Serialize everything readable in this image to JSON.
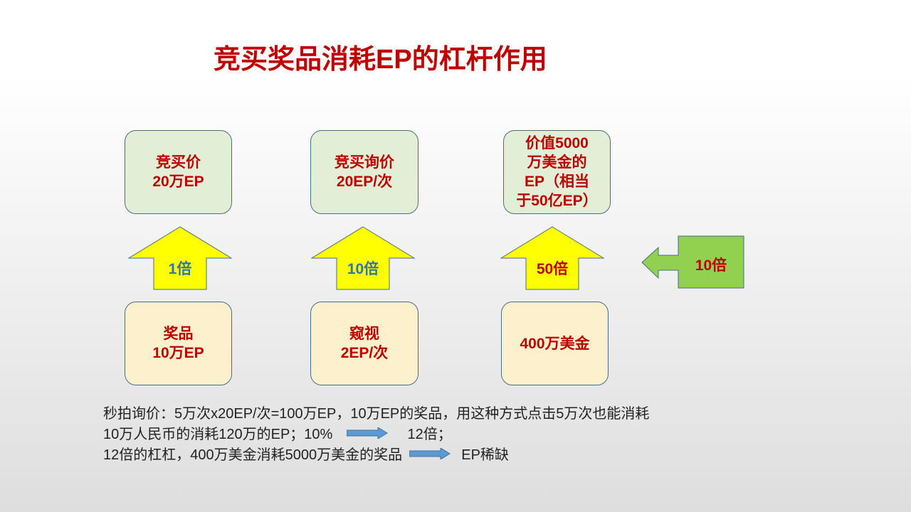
{
  "title": "竞买奖品消耗EP的杠杆作用",
  "columns": [
    {
      "top": [
        "竞买价",
        "20万EP"
      ],
      "bottom": [
        "奖品",
        "10万EP"
      ],
      "arrow_label": "1倍",
      "arrow_label_color": "#2e75b6"
    },
    {
      "top": [
        "竞买询价",
        "20EP/次"
      ],
      "bottom": [
        "窥视",
        "2EP/次"
      ],
      "arrow_label": "10倍",
      "arrow_label_color": "#2e75b6"
    },
    {
      "top": [
        "价值5000",
        "万美金的",
        "EP（相当",
        "于50亿EP）"
      ],
      "bottom": [
        "400万美金"
      ],
      "arrow_label": "50倍",
      "arrow_label_color": "#c00000"
    }
  ],
  "side_arrow": {
    "label": "10倍",
    "label_color": "#c00000",
    "fill_color": "#92d050"
  },
  "colors": {
    "title": "#c00000",
    "up_arrow_fill": "#ffff00",
    "top_box_fill": "#e3eed7",
    "bottom_box_fill": "#fdf0cc",
    "note_arrow": "#5b9bd5"
  },
  "notes": {
    "line1": "秒拍询价：5万次x20EP/次=100万EP，10万EP的奖品，用这种方式点击5万次也能消耗",
    "line2_before": "10万人民币的消耗120万的EP；10%",
    "line2_after": "12倍；",
    "line3_before": "12倍的杠杠，400万美金消耗5000万美金的奖品",
    "line3_after": "EP稀缺"
  }
}
